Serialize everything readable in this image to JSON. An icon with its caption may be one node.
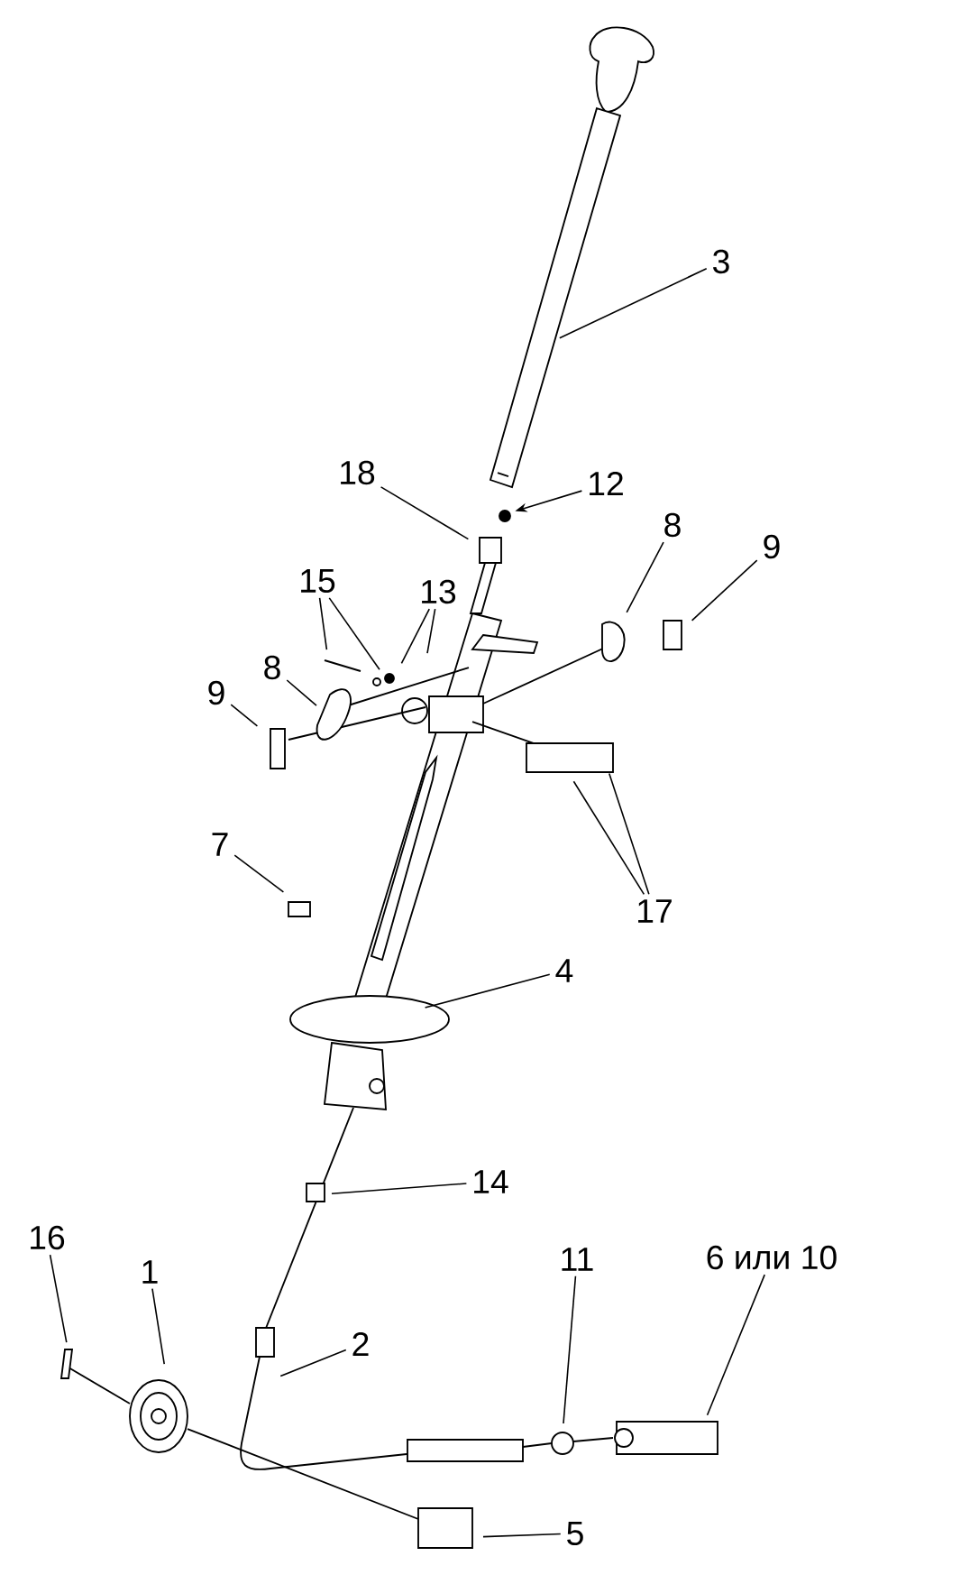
{
  "diagram": {
    "nodes": [
      {
        "text": [
          "3"
        ]
      },
      {
        "text": [
          "18"
        ]
      },
      {
        "text": [
          "12"
        ]
      },
      {
        "text": [
          "8"
        ]
      },
      {
        "text": [
          "9"
        ]
      },
      {
        "text": [
          "15"
        ]
      },
      {
        "text": [
          "13"
        ]
      },
      {
        "text": [
          "9"
        ]
      },
      {
        "text": [
          "8"
        ]
      },
      {
        "text": [
          "7"
        ]
      },
      {
        "text": [
          "17"
        ]
      },
      {
        "text": [
          "4"
        ]
      },
      {
        "text": [
          "14"
        ]
      },
      {
        "text": [
          "16"
        ]
      },
      {
        "text": [
          "1"
        ]
      },
      {
        "text": [
          "2"
        ]
      },
      {
        "text": [
          "11"
        ]
      },
      {
        "text": [
          "6 или 10"
        ]
      },
      {
        "text": [
          "5"
        ]
      }
    ],
    "edges": [
      {
        "from": 0,
        "to": null,
        "arrow": "none"
      },
      {
        "from": 1,
        "to": null,
        "arrow": "none"
      },
      {
        "from": 2,
        "to": null,
        "arrow": "to"
      },
      {
        "from": 3,
        "to": null,
        "arrow": "none"
      },
      {
        "from": 4,
        "to": null,
        "arrow": "none"
      },
      {
        "from": 5,
        "to": null,
        "arrow": "none"
      },
      {
        "from": 5,
        "to": null,
        "arrow": "none"
      },
      {
        "from": 6,
        "to": null,
        "arrow": "none"
      },
      {
        "from": 6,
        "to": null,
        "arrow": "none"
      },
      {
        "from": 7,
        "to": null,
        "arrow": "none"
      },
      {
        "from": 8,
        "to": null,
        "arrow": "none"
      },
      {
        "from": 9,
        "to": null,
        "arrow": "none"
      },
      {
        "from": 10,
        "to": null,
        "arrow": "none"
      },
      {
        "from": 10,
        "to": null,
        "arrow": "none"
      },
      {
        "from": 11,
        "to": null,
        "arrow": "none"
      },
      {
        "from": 12,
        "to": null,
        "arrow": "none"
      },
      {
        "from": 13,
        "to": null,
        "arrow": "none"
      },
      {
        "from": 14,
        "to": null,
        "arrow": "none"
      },
      {
        "from": 15,
        "to": null,
        "arrow": "none"
      },
      {
        "from": 16,
        "to": null,
        "arrow": "none"
      },
      {
        "from": 17,
        "to": null,
        "arrow": "none"
      },
      {
        "from": 18,
        "to": null,
        "arrow": "none"
      }
    ]
  }
}
